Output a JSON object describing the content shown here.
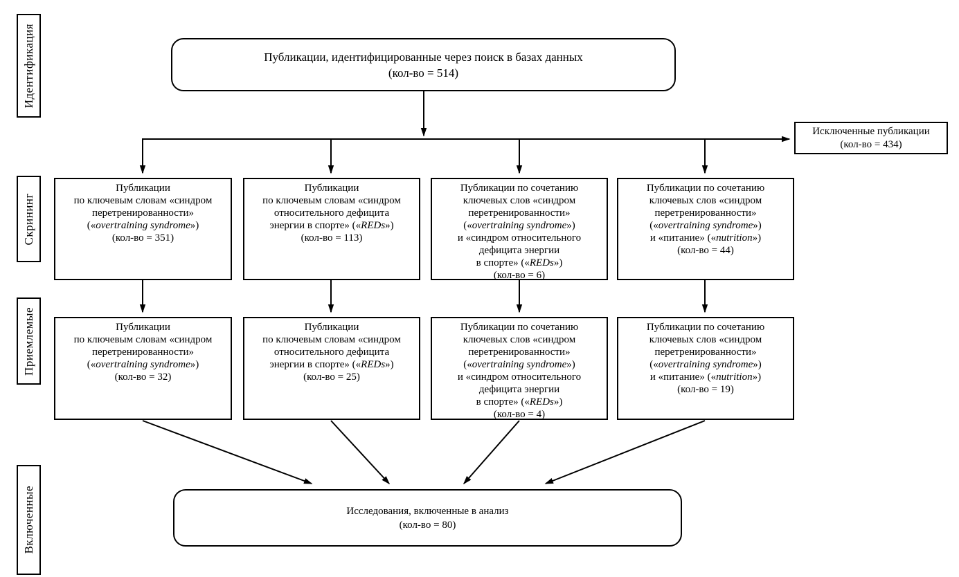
{
  "colors": {
    "ink": "#000000",
    "paper": "#ffffff"
  },
  "stages": {
    "identification": "Идентификация",
    "screening": "Скрининг",
    "eligibility": "Приемлемые",
    "included": "Включенные"
  },
  "top_box": {
    "lines": [
      [
        "Публикации, идентифицированные через поиск в базах данных"
      ],
      [
        "(кол-во = 514)"
      ]
    ]
  },
  "excluded_box": {
    "lines": [
      [
        "Исключенные публикации"
      ],
      [
        "(кол-во = 434)"
      ]
    ]
  },
  "screening_boxes": [
    {
      "lines": [
        [
          "Публикации"
        ],
        [
          "по ключевым словам «синдром"
        ],
        [
          "перетренированности»"
        ],
        [
          "(«",
          {
            "i": "overtraining syndrome"
          },
          "»)"
        ],
        [
          "(кол-во = 351)"
        ]
      ]
    },
    {
      "lines": [
        [
          "Публикации"
        ],
        [
          "по ключевым словам «синдром"
        ],
        [
          "относительного дефицита"
        ],
        [
          "энергии в спорте» («",
          {
            "i": "REDs"
          },
          "»)"
        ],
        [
          "(кол-во = 113)"
        ]
      ]
    },
    {
      "lines": [
        [
          "Публикации по сочетанию"
        ],
        [
          "ключевых слов «синдром"
        ],
        [
          "перетренированности»"
        ],
        [
          "(«",
          {
            "i": "overtraining syndrome"
          },
          "»)"
        ],
        [
          "и «синдром относительного"
        ],
        [
          "дефицита энергии"
        ],
        [
          "в спорте» («",
          {
            "i": "REDs"
          },
          "»)"
        ],
        [
          "(кол-во = 6)"
        ]
      ]
    },
    {
      "lines": [
        [
          "Публикации по сочетанию"
        ],
        [
          "ключевых слов «синдром"
        ],
        [
          "перетренированности»"
        ],
        [
          "(«",
          {
            "i": "overtraining syndrome"
          },
          "»)"
        ],
        [
          "и «питание» («",
          {
            "i": "nutrition"
          },
          "»)"
        ],
        [
          "(кол-во = 44)"
        ]
      ]
    }
  ],
  "eligibility_boxes": [
    {
      "lines": [
        [
          "Публикации"
        ],
        [
          "по ключевым словам «синдром"
        ],
        [
          "перетренированности»"
        ],
        [
          "(«",
          {
            "i": "overtraining syndrome"
          },
          "»)"
        ],
        [
          "(кол-во = 32)"
        ]
      ]
    },
    {
      "lines": [
        [
          "Публикации"
        ],
        [
          "по ключевым словам «синдром"
        ],
        [
          "относительного дефицита"
        ],
        [
          "энергии в спорте» («",
          {
            "i": "REDs"
          },
          "»)"
        ],
        [
          "(кол-во = 25)"
        ]
      ]
    },
    {
      "lines": [
        [
          "Публикации по сочетанию"
        ],
        [
          "ключевых слов «синдром"
        ],
        [
          "перетренированности»"
        ],
        [
          "(«",
          {
            "i": "overtraining syndrome"
          },
          "»)"
        ],
        [
          "и «синдром относительного"
        ],
        [
          "дефицита энергии"
        ],
        [
          "в спорте» («",
          {
            "i": "REDs"
          },
          "»)"
        ],
        [
          "(кол-во = 4)"
        ]
      ]
    },
    {
      "lines": [
        [
          "Публикации по сочетанию"
        ],
        [
          "ключевых слов «синдром"
        ],
        [
          "перетренированности»"
        ],
        [
          "(«",
          {
            "i": "overtraining syndrome"
          },
          "»)"
        ],
        [
          "и «питание» («",
          {
            "i": "nutrition"
          },
          "»)"
        ],
        [
          "(кол-во = 19)"
        ]
      ]
    }
  ],
  "included_box": {
    "lines": [
      [
        "Исследования, включенные в анализ"
      ],
      [
        "(кол-во = 80)"
      ]
    ]
  }
}
